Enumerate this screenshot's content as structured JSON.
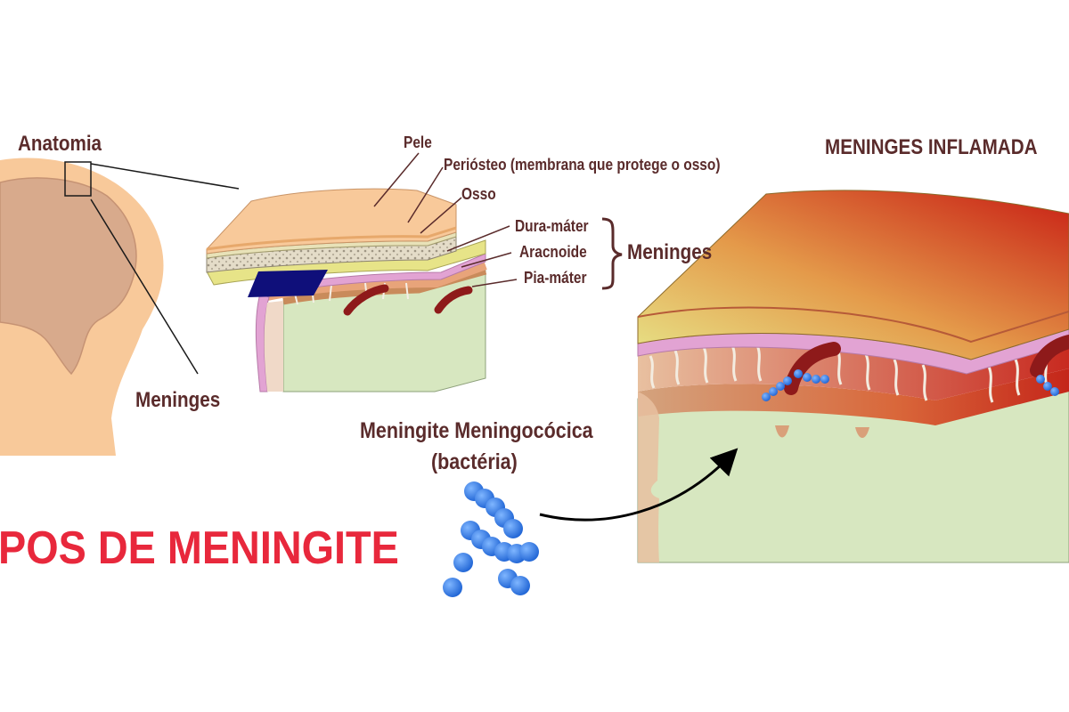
{
  "labels": {
    "anatomia": "Anatomia",
    "meninges_head": "Meninges",
    "pele": "Pele",
    "periosteo": "Periósteo (membrana que protege o osso)",
    "osso": "Osso",
    "dura_mater": "Dura-máter",
    "aracnoide": "Aracnoide",
    "pia_mater": "Pia-máter",
    "meninges_group": "Meninges",
    "inflamed_title": "MENINGES INFLAMADA",
    "bacteria_line1": "Meningite Meningocócica",
    "bacteria_line2": "(bactéria)",
    "page_title": "POS DE MENINGITE"
  },
  "colors": {
    "label_text": "#5a2b2b",
    "title_red": "#e8283c",
    "skin": "#f8c99a",
    "brain": "#d8aa8c",
    "dura": "#e7e488",
    "arachnoid": "#e2a3d3",
    "cortex": "#d7e7c0",
    "bacteria": "#2f7de8",
    "blood_vessel": "#8e1a1a",
    "inflamed": "#d83020"
  },
  "icons": [
    "bacteria-icon",
    "arrow-icon",
    "brace-icon"
  ]
}
